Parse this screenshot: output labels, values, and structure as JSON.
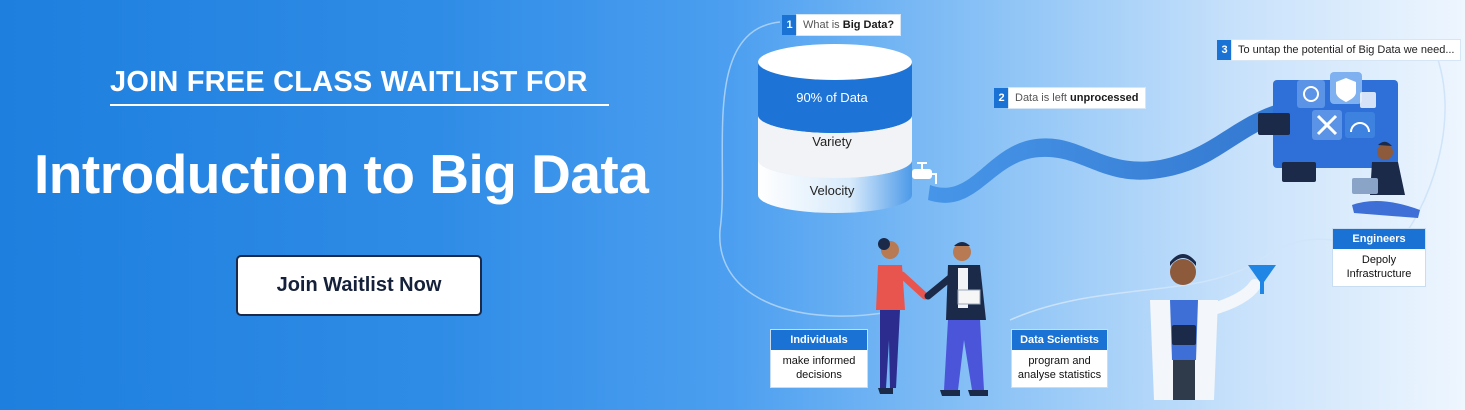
{
  "banner": {
    "eyebrow": "JOIN FREE CLASS WAITLIST FOR",
    "headline": "Introduction to Big Data",
    "cta_label": "Join Waitlist Now"
  },
  "database": {
    "tiers": [
      "90% of Data",
      "Variety",
      "Velocity"
    ]
  },
  "steps": [
    {
      "num": "1",
      "text": "What is ",
      "bold": "Big Data?"
    },
    {
      "num": "2",
      "text": "Data is left ",
      "bold": "unprocessed"
    },
    {
      "num": "3",
      "text": "To untap the potential of Big Data we need..."
    }
  ],
  "cards": {
    "individuals": {
      "title": "Individuals",
      "body": "make informed decisions"
    },
    "scientists": {
      "title": "Data Scientists",
      "body": "program and analyse statistics"
    },
    "engineers": {
      "title": "Engineers",
      "body": "Depoly Infrastructure"
    }
  },
  "colors": {
    "accent": "#1a73d4",
    "banner_start": "#1e7fde",
    "banner_end": "#eef6fe",
    "cta_border": "#1b2a49"
  }
}
